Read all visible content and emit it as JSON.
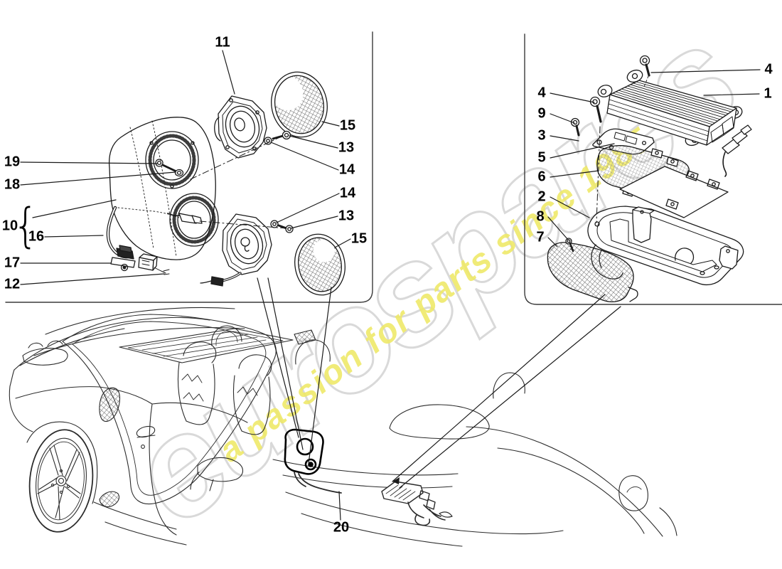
{
  "diagram": {
    "brand_watermark": "eurospares",
    "tagline_watermark": "a passion for parts since 1985",
    "brace_glyph": "{",
    "callouts": {
      "left_panel": [
        {
          "label": "11"
        },
        {
          "label": "15"
        },
        {
          "label": "13"
        },
        {
          "label": "14"
        },
        {
          "label": "14"
        },
        {
          "label": "13"
        },
        {
          "label": "15"
        },
        {
          "label": "19"
        },
        {
          "label": "18"
        },
        {
          "label": "10"
        },
        {
          "label": "16"
        },
        {
          "label": "17"
        },
        {
          "label": "12"
        }
      ],
      "right_panel": [
        {
          "label": "4"
        },
        {
          "label": "1"
        },
        {
          "label": "4"
        },
        {
          "label": "9"
        },
        {
          "label": "3"
        },
        {
          "label": "5"
        },
        {
          "label": "6"
        },
        {
          "label": "2"
        },
        {
          "label": "8"
        },
        {
          "label": "7"
        }
      ],
      "vehicle": [
        {
          "label": "20"
        }
      ]
    },
    "colors": {
      "line": "#1a1a1a",
      "background": "#ffffff",
      "tagline": "#efe96a",
      "ghost_outline": "#d9d9d9"
    }
  }
}
